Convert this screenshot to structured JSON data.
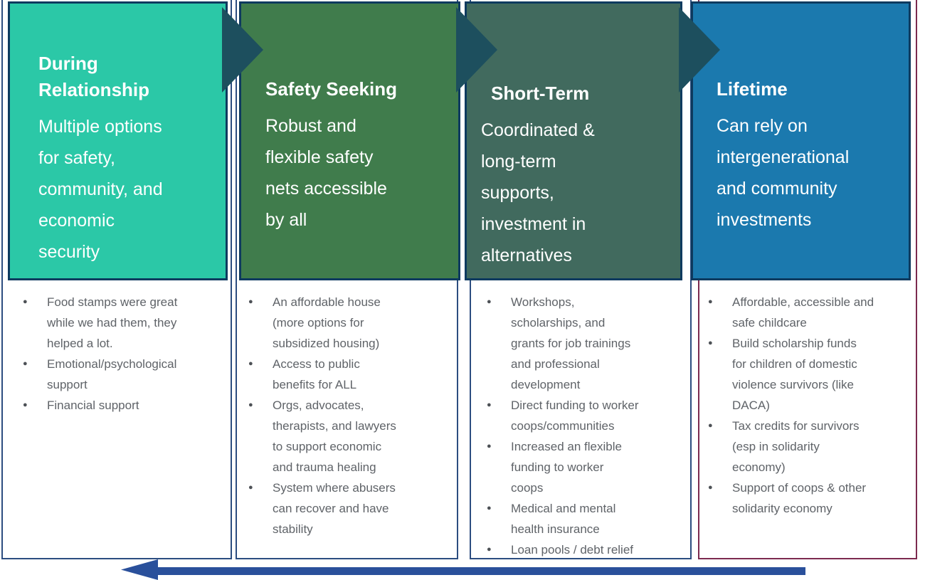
{
  "palette": {
    "header_border": "#0e3a5f",
    "connector_color": "#1d4f5e",
    "arrow_color": "#2a509b",
    "bullet_text": "#5f6368",
    "header_text": "#ffffff"
  },
  "columns": [
    {
      "id": "during-relationship",
      "header": {
        "title": "During\nRelationship",
        "subtitle": "Multiple options\nfor safety,\ncommunity, and\neconomic\nsecurity"
      },
      "colors": {
        "header_bg": "#2bc8a7",
        "list_border": "#2c4d80"
      },
      "bullets": [
        "Food stamps were great\nwhile we had them, they\nhelped a lot.",
        "Emotional/psychological\nsupport",
        "Financial support"
      ]
    },
    {
      "id": "safety-seeking",
      "header": {
        "title": "Safety Seeking",
        "subtitle": "Robust and\nflexible safety\nnets accessible\nby all"
      },
      "colors": {
        "header_bg": "#407c4c",
        "list_border": "#2c4d80"
      },
      "bullets": [
        "An affordable house\n(more options for\nsubsidized housing)",
        "Access to public\nbenefits for ALL",
        "Orgs, advocates,\ntherapists, and lawyers\nto support economic\nand trauma healing",
        "System where abusers\ncan recover and have\nstability"
      ]
    },
    {
      "id": "short-term",
      "header": {
        "title": "Short-Term",
        "subtitle": "Coordinated &\nlong-term\nsupports,\ninvestment in\nalternatives"
      },
      "colors": {
        "header_bg": "#416a5e",
        "list_border": "#2c4d80"
      },
      "bullets": [
        "Workshops,\nscholarships, and\ngrants for job trainings\nand professional\ndevelopment",
        "Direct funding to worker\ncoops/communities",
        "Increased an flexible\nfunding to worker\ncoops",
        "Medical and mental\nhealth insurance",
        "Loan pools / debt relief"
      ]
    },
    {
      "id": "lifetime",
      "header": {
        "title": "Lifetime",
        "subtitle": "Can rely on\nintergenerational\nand community\ninvestments"
      },
      "colors": {
        "header_bg": "#1b79ae",
        "list_border": "#7c2a4f"
      },
      "bullets": [
        "Affordable, accessible and\nsafe childcare",
        "Build scholarship funds\nfor children of domestic\nviolence survivors (like\nDACA)",
        "Tax credits for survivors\n(esp in solidarity\neconomy)",
        "Support of coops & other\nsolidarity economy"
      ]
    }
  ],
  "timeline_arrow": {
    "direction": "left",
    "color": "#2a509b"
  }
}
